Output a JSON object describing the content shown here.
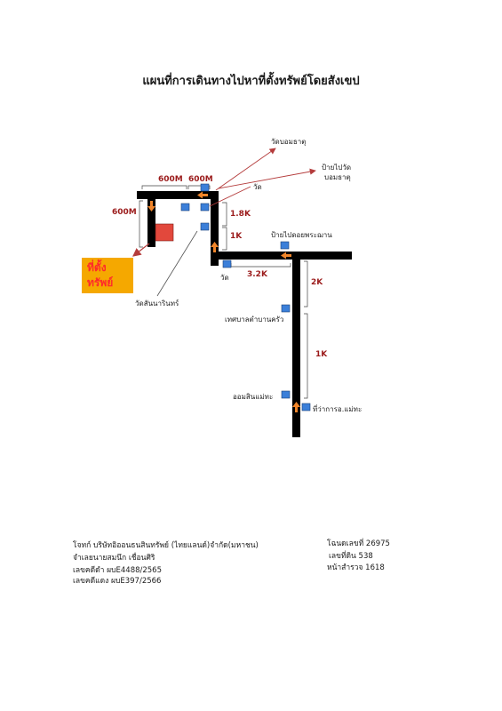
{
  "title": "แผนที่การเดินทางไปหาที่ตั้งทรัพย์โดยสังเขป",
  "colors": {
    "road": "#000000",
    "landmark_marker": "#3b7fd9",
    "property_marker": "#e2483c",
    "direction_arrow": "#f0852a",
    "pointer_line": "#b43c3c",
    "distance_text": "#9b1b1b",
    "badge_bg": "#f5a800",
    "badge_text": "#ff2a2a"
  },
  "labels": {
    "wat_bom_that": "วัดบอมธาตุ",
    "sign_wat_line1": "ป้ายไปวัด",
    "sign_wat_line2": "บอมธาตุ",
    "wat_small": "วัด",
    "sign_doi": "ป้ายไปดอยพระฌาน",
    "wat_lower": "วัด",
    "wat_sannarin": "วัดสันนารินทร์",
    "municipality": "เทศบาลตำบานครัว",
    "savings": "ออมสินแม่ทะ",
    "district_office": "ที่ว่าการอ.แม่ทะ"
  },
  "distances": {
    "top_left": "600M",
    "top_right": "600M",
    "left_vertical": "600M",
    "upper_right": "1.8K",
    "lower_right": "1K",
    "horizontal": "3.2K",
    "down_2k": "2K",
    "down_1k": "1K"
  },
  "property_badge": {
    "line1": "ที่ตั้ง",
    "line2": "ทรัพย์"
  },
  "footer": {
    "plaintiff": "โจทก์ บริษัทอิออนธนสินทรัพย์ (ไทยแลนด์)จำกัด(มหาชน)",
    "defendant": "จำเลยนายสมนึก เชื่อนศิริ",
    "case_black": "เลขคดีดำ ผบE4488/2565",
    "case_red": "เลขคดีแดง ผบE397/2566",
    "deed_no": "โฉนดเลขที่ 26975",
    "land_no": "เลขที่ดิน  538",
    "survey_page": "หน้าสำรวจ 1618"
  }
}
